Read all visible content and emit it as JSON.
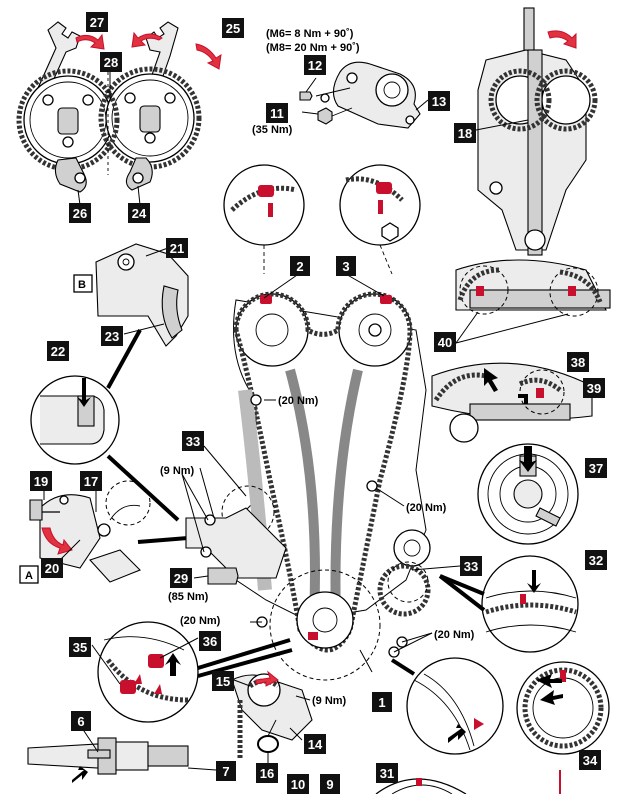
{
  "torque": {
    "m6": "(M6= 8 Nm + 90˚)",
    "m8": "(M8= 20 Nm + 90˚)",
    "t35": "(35 Nm)",
    "t20a": "(20 Nm)",
    "t20b": "(20 Nm)",
    "t20c": "(20 Nm)",
    "t20d": "(20 Nm)",
    "t9a": "(9 Nm)",
    "t9b": "(9 Nm)",
    "t85": "(85 Nm)"
  },
  "view_labels": {
    "b": "B",
    "a": "A"
  },
  "callouts": [
    "27",
    "25",
    "28",
    "12",
    "11",
    "13",
    "18",
    "26",
    "24",
    "21",
    "2",
    "3",
    "23",
    "40",
    "22",
    "38",
    "39",
    "33",
    "37",
    "19",
    "17",
    "29",
    "32",
    "20",
    "35",
    "36",
    "15",
    "1",
    "6",
    "14",
    "16",
    "7",
    "34",
    "10",
    "9",
    "31"
  ],
  "colors": {
    "accent": "#c8102e",
    "tag_bg": "#111111",
    "line": "#000000"
  },
  "icons": [
    "wrench-icon",
    "rotation-arrow-icon",
    "cursor-arrow-icon"
  ]
}
